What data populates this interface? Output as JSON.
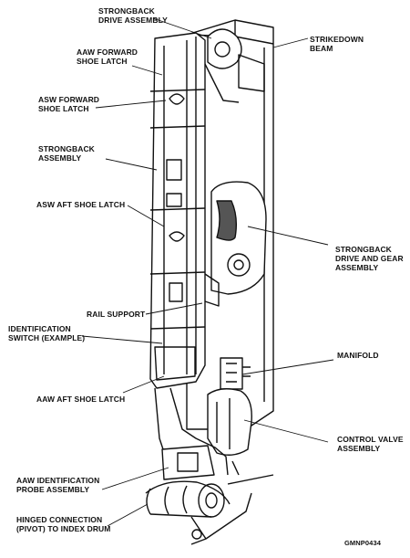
{
  "labels": {
    "strongback_drive_assembly": [
      "STRONGBACK",
      "DRIVE ASSEMBLY"
    ],
    "strikedown_beam": [
      "STRIKEDOWN",
      "BEAM"
    ],
    "aaw_forward_shoe_latch": [
      "AAW FORWARD",
      "SHOE LATCH"
    ],
    "asw_forward_shoe_latch": [
      "ASW FORWARD",
      "SHOE LATCH"
    ],
    "strongback_assembly": [
      "STRONGBACK",
      "ASSEMBLY"
    ],
    "asw_aft_shoe_latch": [
      "ASW AFT SHOE LATCH"
    ],
    "strongback_drive_gear_assembly": [
      "STRONGBACK",
      "DRIVE AND GEAR",
      "ASSEMBLY"
    ],
    "rail_support": [
      "RAIL SUPPORT"
    ],
    "identification_switch": [
      "IDENTIFICATION",
      "SWITCH (EXAMPLE)"
    ],
    "manifold": [
      "MANIFOLD"
    ],
    "aaw_aft_shoe_latch": [
      "AAW AFT SHOE LATCH"
    ],
    "control_valve_assembly": [
      "CONTROL VALVE",
      "ASSEMBLY"
    ],
    "aaw_identification_probe": [
      "AAW IDENTIFICATION",
      "PROBE ASSEMBLY"
    ],
    "hinged_connection": [
      "HINGED CONNECTION",
      "(PIVOT) TO INDEX DRUM"
    ]
  },
  "figure_code": "GMNP0434"
}
